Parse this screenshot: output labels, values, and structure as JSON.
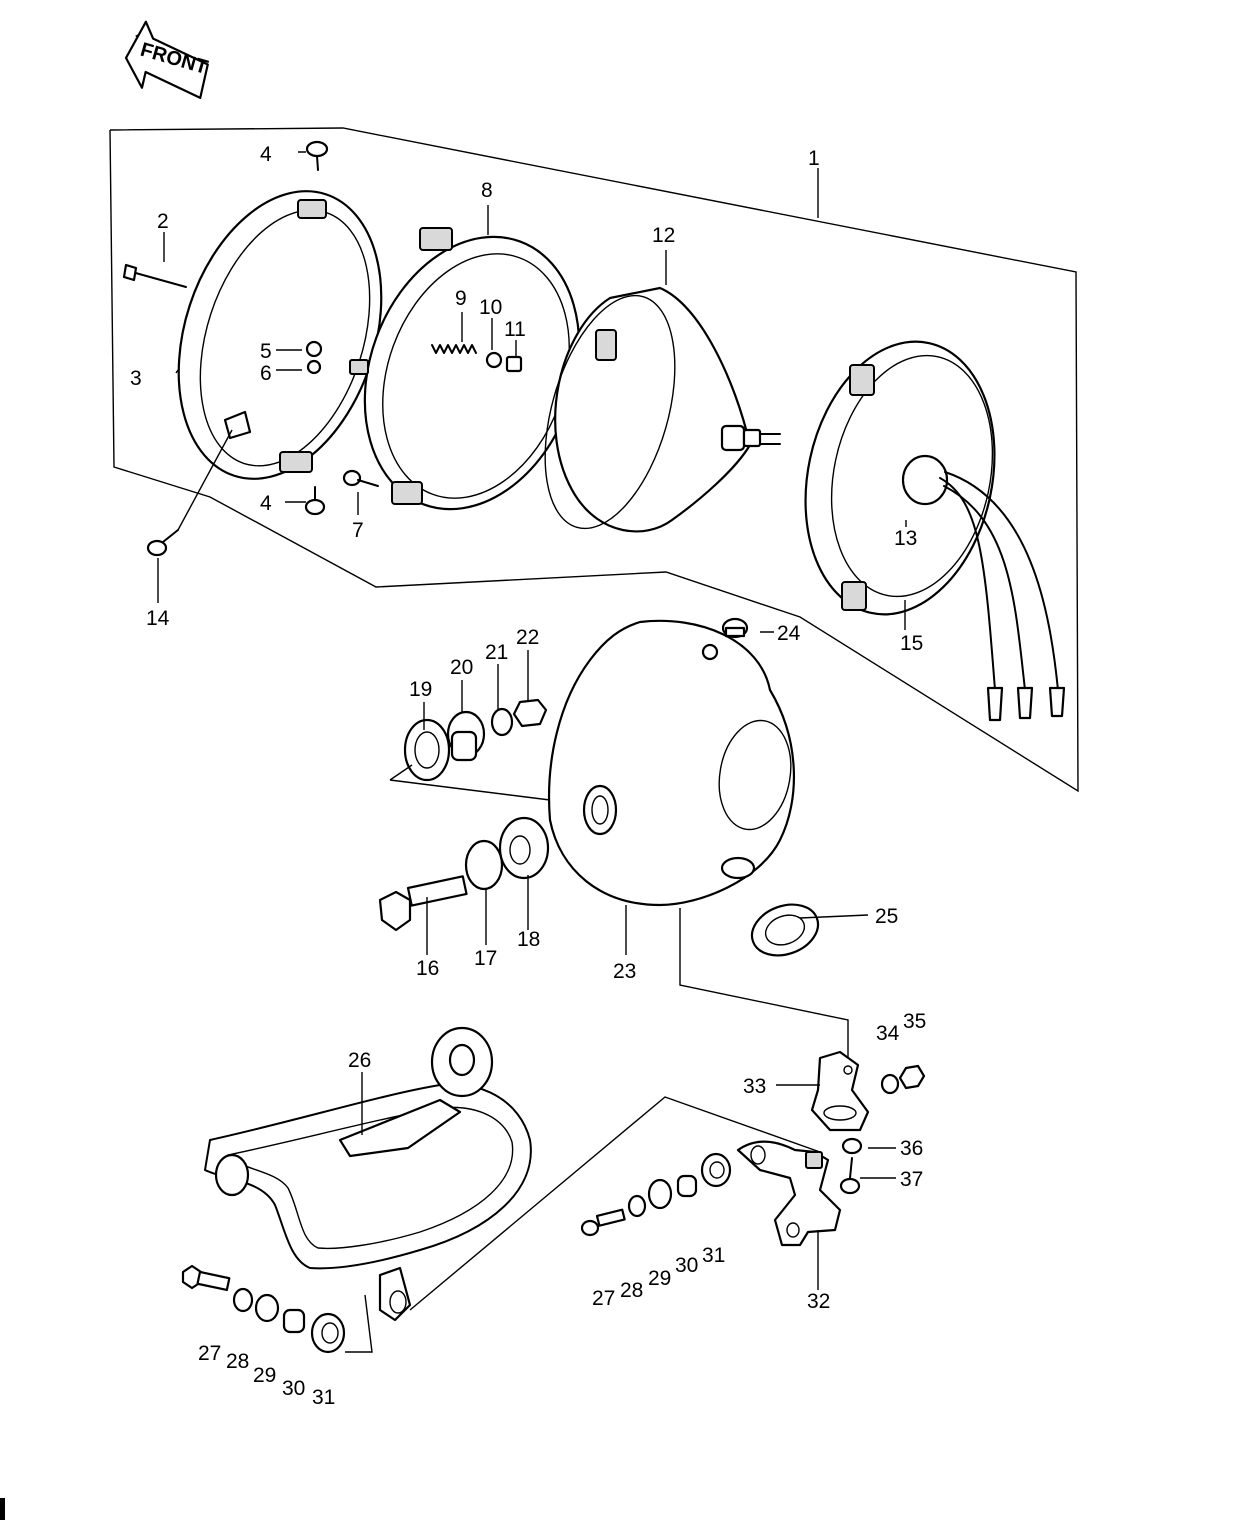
{
  "front_label": "FRONT",
  "callouts": [
    {
      "id": "c1",
      "text": "1"
    },
    {
      "id": "c2",
      "text": "2"
    },
    {
      "id": "c3",
      "text": "3"
    },
    {
      "id": "c4a",
      "text": "4"
    },
    {
      "id": "c4b",
      "text": "4"
    },
    {
      "id": "c5",
      "text": "5"
    },
    {
      "id": "c6",
      "text": "6"
    },
    {
      "id": "c7",
      "text": "7"
    },
    {
      "id": "c8",
      "text": "8"
    },
    {
      "id": "c9",
      "text": "9"
    },
    {
      "id": "c10",
      "text": "10"
    },
    {
      "id": "c11",
      "text": "11"
    },
    {
      "id": "c12",
      "text": "12"
    },
    {
      "id": "c13",
      "text": "13"
    },
    {
      "id": "c14",
      "text": "14"
    },
    {
      "id": "c15",
      "text": "15"
    },
    {
      "id": "c16",
      "text": "16"
    },
    {
      "id": "c17",
      "text": "17"
    },
    {
      "id": "c18",
      "text": "18"
    },
    {
      "id": "c19",
      "text": "19"
    },
    {
      "id": "c20",
      "text": "20"
    },
    {
      "id": "c21",
      "text": "21"
    },
    {
      "id": "c22",
      "text": "22"
    },
    {
      "id": "c23",
      "text": "23"
    },
    {
      "id": "c24",
      "text": "24"
    },
    {
      "id": "c25",
      "text": "25"
    },
    {
      "id": "c26",
      "text": "26"
    },
    {
      "id": "c27a",
      "text": "27"
    },
    {
      "id": "c28a",
      "text": "28"
    },
    {
      "id": "c29a",
      "text": "29"
    },
    {
      "id": "c30a",
      "text": "30"
    },
    {
      "id": "c31a",
      "text": "31"
    },
    {
      "id": "c27b",
      "text": "27"
    },
    {
      "id": "c28b",
      "text": "28"
    },
    {
      "id": "c29b",
      "text": "29"
    },
    {
      "id": "c30b",
      "text": "30"
    },
    {
      "id": "c31b",
      "text": "31"
    },
    {
      "id": "c32",
      "text": "32"
    },
    {
      "id": "c33",
      "text": "33"
    },
    {
      "id": "c34",
      "text": "34"
    },
    {
      "id": "c35",
      "text": "35"
    },
    {
      "id": "c36",
      "text": "36"
    },
    {
      "id": "c37",
      "text": "37"
    }
  ]
}
